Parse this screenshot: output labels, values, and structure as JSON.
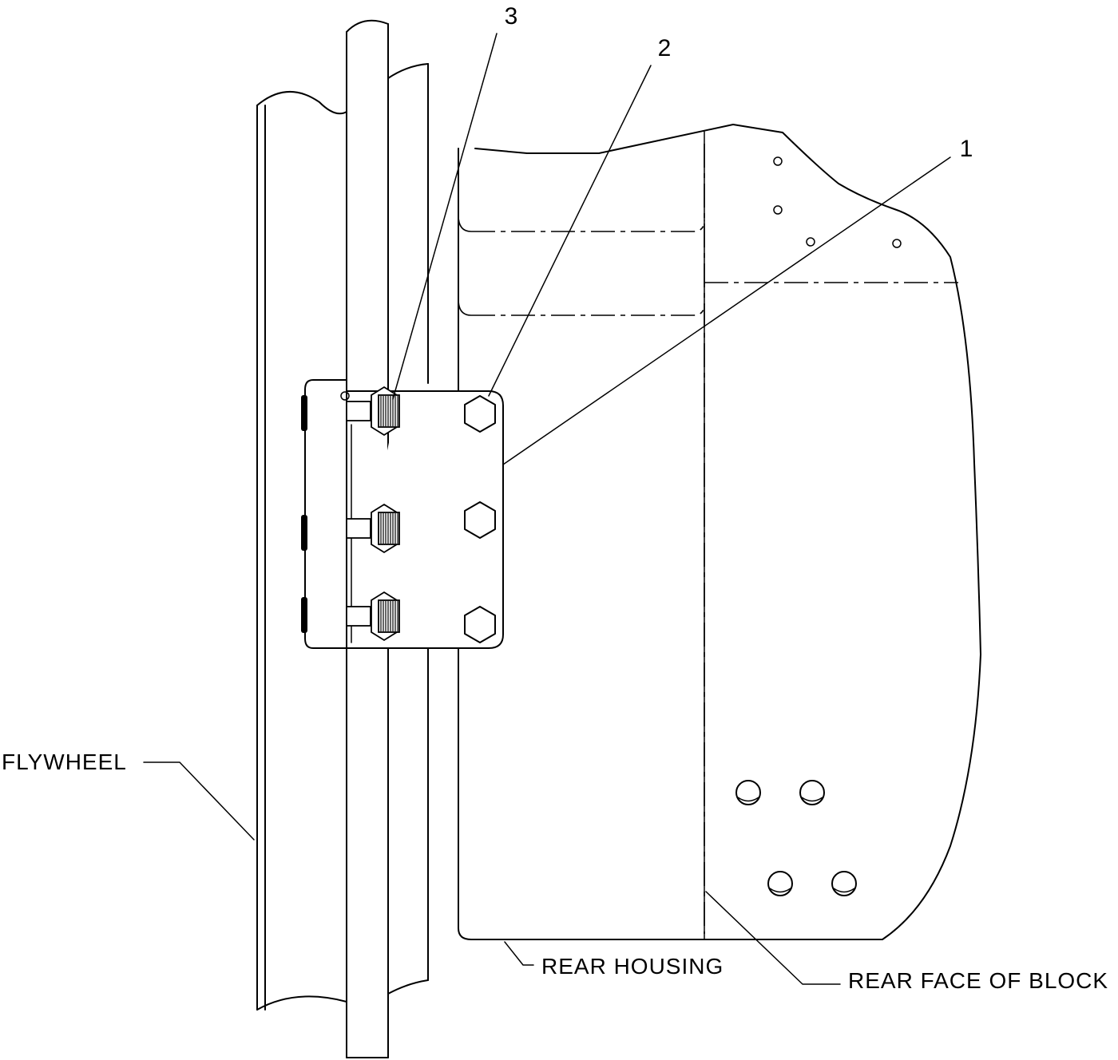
{
  "labels": {
    "flywheel": "FLYWHEEL",
    "rear_housing": "REAR HOUSING",
    "rear_face_of_block": "REAR FACE OF BLOCK"
  },
  "callouts": {
    "c1": "1",
    "c2": "2",
    "c3": "3"
  }
}
